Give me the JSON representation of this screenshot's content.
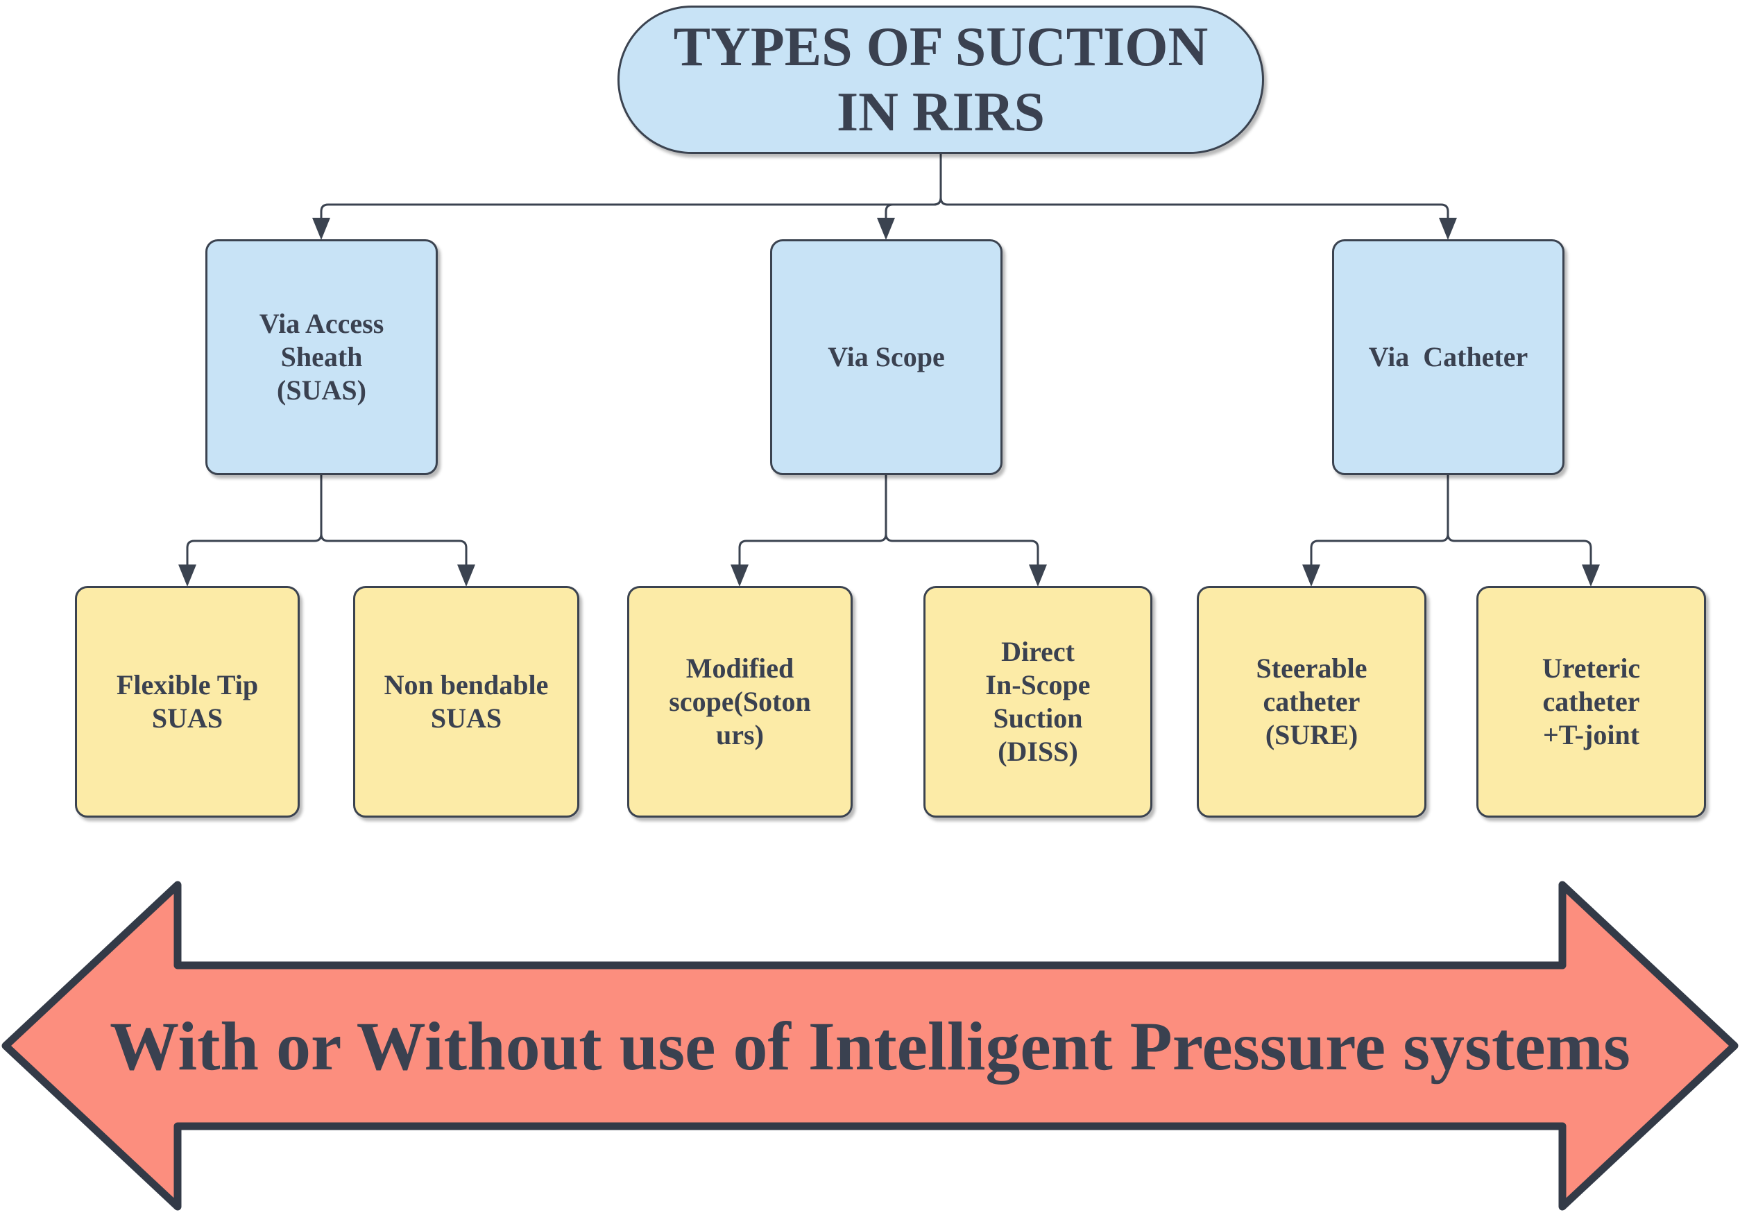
{
  "title": {
    "label": "TYPES OF SUCTION\nIN RIRS"
  },
  "level1": [
    {
      "id": "via-access-sheath",
      "label": "Via Access\nSheath\n(SUAS)"
    },
    {
      "id": "via-scope",
      "label": "Via Scope"
    },
    {
      "id": "via-catheter",
      "label": "Via  Catheter"
    }
  ],
  "level2": [
    {
      "id": "flexible-tip-suas",
      "parent": "via-access-sheath",
      "label": "Flexible Tip\nSUAS"
    },
    {
      "id": "non-bendable-suas",
      "parent": "via-access-sheath",
      "label": "Non bendable\nSUAS"
    },
    {
      "id": "modified-scope",
      "parent": "via-scope",
      "label": "Modified\nscope(Soton\nurs)"
    },
    {
      "id": "direct-in-scope-suction",
      "parent": "via-scope",
      "label": "Direct\nIn-Scope\nSuction\n(DISS)"
    },
    {
      "id": "steerable-catheter",
      "parent": "via-catheter",
      "label": "Steerable\ncatheter\n(SURE)"
    },
    {
      "id": "ureteric-catheter-t-joint",
      "parent": "via-catheter",
      "label": "Ureteric\ncatheter\n+T-joint"
    }
  ],
  "banner": {
    "label": "With or Without use of Intelligent Pressure systems"
  },
  "colors": {
    "node_blue": "#c8e3f6",
    "node_yellow": "#fceba7",
    "banner_fill": "#fc8e7e",
    "outline": "#3b4350",
    "text": "#3a4150",
    "background": "#ffffff"
  }
}
